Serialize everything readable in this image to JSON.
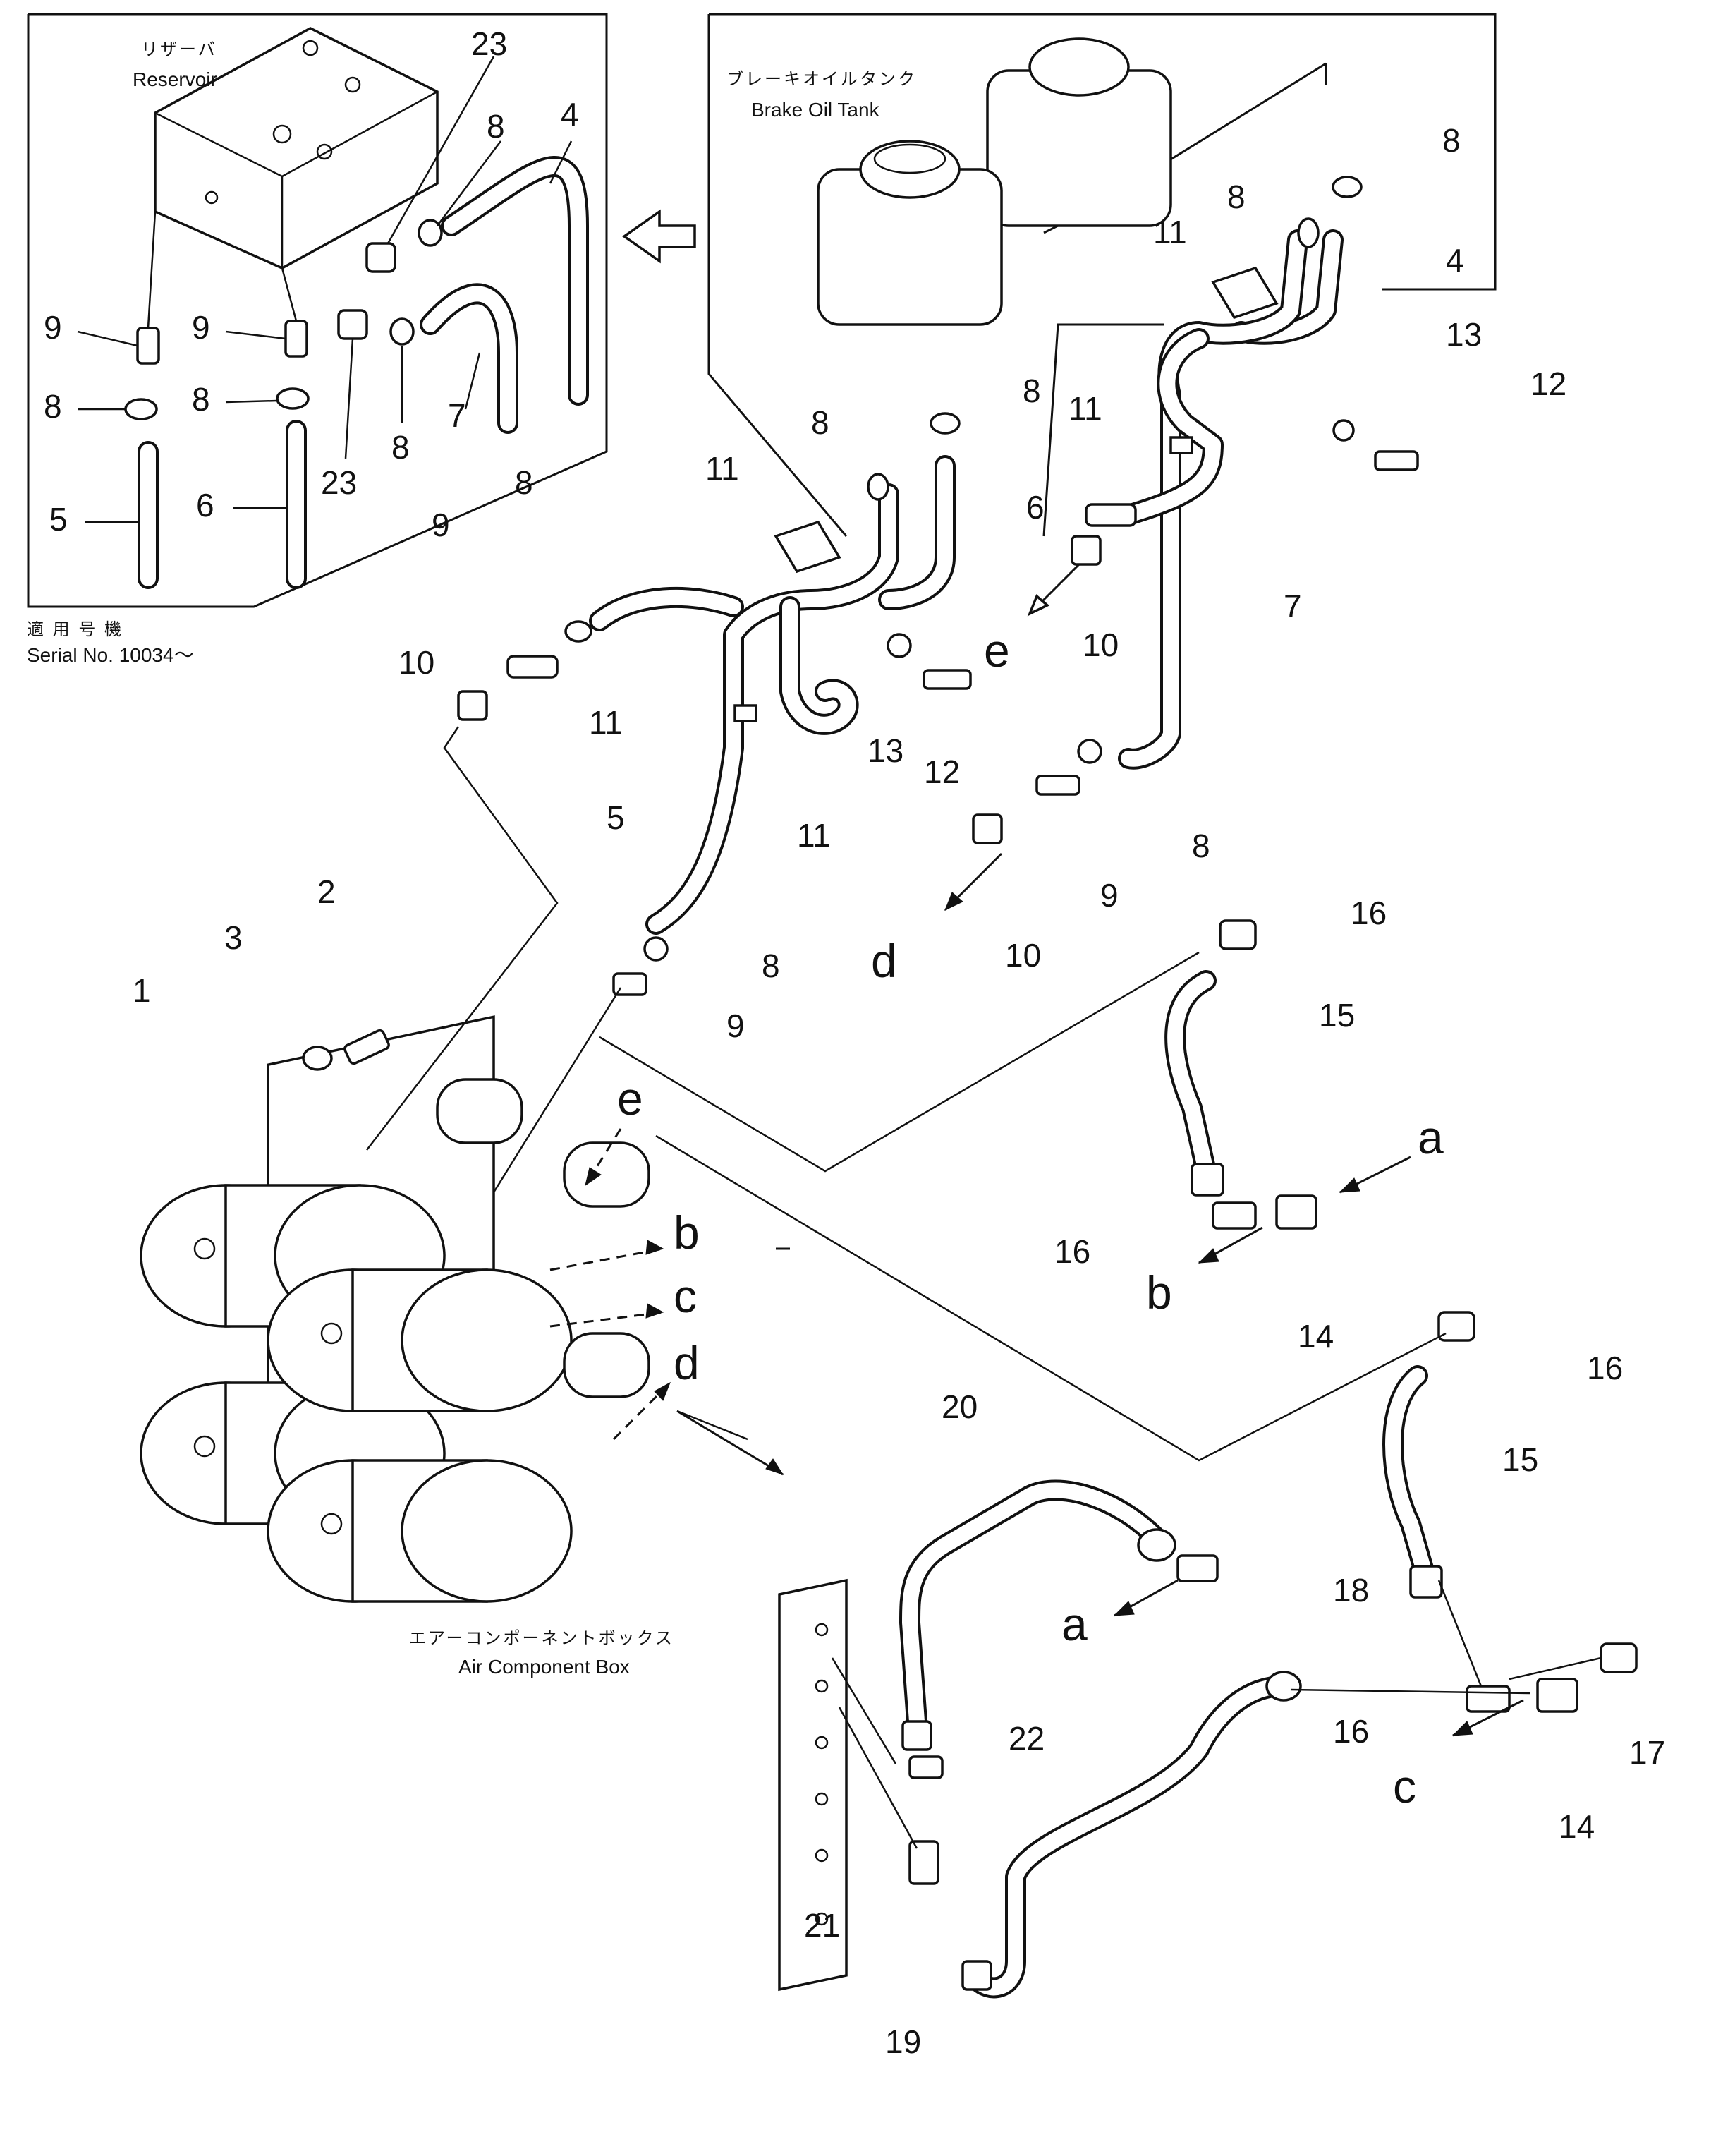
{
  "inset": {
    "reservoir_jp": "リザーバ",
    "reservoir_en": "Reservoir",
    "serial_jp": "適 用 号 機",
    "serial_en": "Serial No. 10034～"
  },
  "tank": {
    "label_jp": "ブレーキオイルタンク",
    "label_en": "Brake Oil Tank"
  },
  "air_box": {
    "label_jp": "エアーコンポーネントボックス",
    "label_en": "Air Component Box"
  },
  "callouts": [
    {
      "id": "c-inset-23",
      "text": "23"
    },
    {
      "id": "c-inset-8a",
      "text": "8"
    },
    {
      "id": "c-inset-4",
      "text": "4"
    },
    {
      "id": "c-inset-9a",
      "text": "9"
    },
    {
      "id": "c-inset-9b",
      "text": "9"
    },
    {
      "id": "c-inset-8b",
      "text": "8"
    },
    {
      "id": "c-inset-8c",
      "text": "8"
    },
    {
      "id": "c-inset-7",
      "text": "7"
    },
    {
      "id": "c-inset-8d",
      "text": "8"
    },
    {
      "id": "c-inset-23b",
      "text": "23"
    },
    {
      "id": "c-inset-5",
      "text": "5"
    },
    {
      "id": "c-inset-6",
      "text": "6"
    },
    {
      "id": "c-8-tr",
      "text": "8"
    },
    {
      "id": "c-8-tank",
      "text": "8"
    },
    {
      "id": "c-11-tank",
      "text": "11"
    },
    {
      "id": "c-4",
      "text": "4"
    },
    {
      "id": "c-13-r",
      "text": "13"
    },
    {
      "id": "c-12-r",
      "text": "12"
    },
    {
      "id": "c-8-mid",
      "text": "8"
    },
    {
      "id": "c-8-l",
      "text": "8"
    },
    {
      "id": "c-11-l",
      "text": "11"
    },
    {
      "id": "c-6",
      "text": "6"
    },
    {
      "id": "c-11-r",
      "text": "11"
    },
    {
      "id": "c-9-l",
      "text": "9"
    },
    {
      "id": "c-8-ll",
      "text": "8"
    },
    {
      "id": "c-7",
      "text": "7"
    },
    {
      "id": "c-10-l",
      "text": "10"
    },
    {
      "id": "c-10-r",
      "text": "10"
    },
    {
      "id": "c-11-bl",
      "text": "11"
    },
    {
      "id": "c-13-m",
      "text": "13"
    },
    {
      "id": "c-12-m",
      "text": "12"
    },
    {
      "id": "c-5",
      "text": "5"
    },
    {
      "id": "c-11-bm",
      "text": "11"
    },
    {
      "id": "c-8-r2",
      "text": "8"
    },
    {
      "id": "c-9-r2",
      "text": "9"
    },
    {
      "id": "c-10-d",
      "text": "10"
    },
    {
      "id": "c-2",
      "text": "2"
    },
    {
      "id": "c-3",
      "text": "3"
    },
    {
      "id": "c-1",
      "text": "1"
    },
    {
      "id": "c-8-c",
      "text": "8"
    },
    {
      "id": "c-9-c",
      "text": "9"
    },
    {
      "id": "c-16-a",
      "text": "16"
    },
    {
      "id": "c-15-a",
      "text": "15"
    },
    {
      "id": "c-16-b",
      "text": "16"
    },
    {
      "id": "c-14-a",
      "text": "14"
    },
    {
      "id": "c-16-c",
      "text": "16"
    },
    {
      "id": "c-15-b",
      "text": "15"
    },
    {
      "id": "c-20",
      "text": "20"
    },
    {
      "id": "c-18",
      "text": "18"
    },
    {
      "id": "c-22",
      "text": "22"
    },
    {
      "id": "c-16-d",
      "text": "16"
    },
    {
      "id": "c-17",
      "text": "17"
    },
    {
      "id": "c-14-b",
      "text": "14"
    },
    {
      "id": "c-21",
      "text": "21"
    },
    {
      "id": "c-19",
      "text": "19"
    }
  ],
  "letters": [
    {
      "id": "l-e-top",
      "text": "e"
    },
    {
      "id": "l-d-top",
      "text": "d"
    },
    {
      "id": "l-e-valve",
      "text": "e"
    },
    {
      "id": "l-b-valve",
      "text": "b"
    },
    {
      "id": "l-c-valve",
      "text": "c"
    },
    {
      "id": "l-d-valve",
      "text": "d"
    },
    {
      "id": "l-a-top",
      "text": "a"
    },
    {
      "id": "l-b-bot",
      "text": "b"
    },
    {
      "id": "l-a-bot",
      "text": "a"
    },
    {
      "id": "l-c-bot",
      "text": "c"
    }
  ]
}
